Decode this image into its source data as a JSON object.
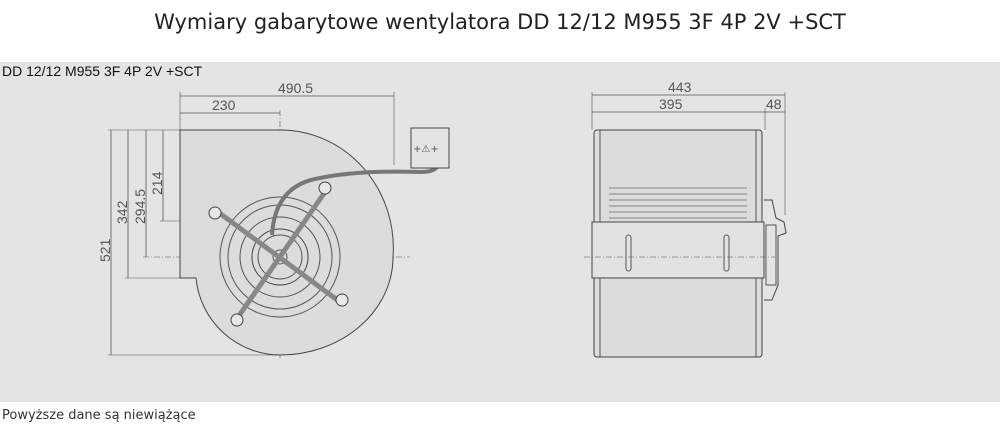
{
  "title": "Wymiary gabarytowe wentylatora DD 12/12 M955 3F 4P 2V +SCT",
  "model_label": "DD 12/12 M955 3F 4P 2V +SCT",
  "footer": "Powyższe dane są niewiążące",
  "front_view": {
    "dims": {
      "total_width": "490.5",
      "center_offset": "230",
      "height_total": "521",
      "h342": "342",
      "h294": "294.5",
      "h214": "214"
    },
    "junction_box_label": "+⚠+"
  },
  "side_view": {
    "dims": {
      "total_depth": "443",
      "body_depth": "395",
      "motor_depth": "48"
    }
  },
  "colors": {
    "panel": "#e4e4e4",
    "line": "#555555"
  }
}
